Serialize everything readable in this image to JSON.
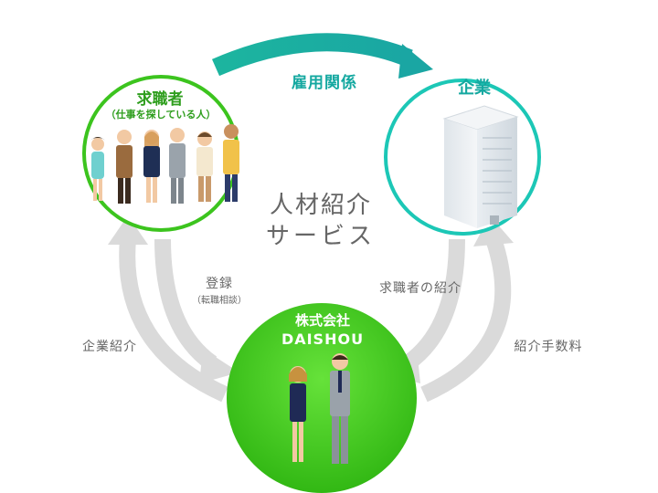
{
  "job_seeker": {
    "title": "求職者",
    "subtitle": "（仕事を探している人）"
  },
  "company": {
    "title": "企業"
  },
  "employment_relation": "雇用関係",
  "service_label_line1": "人材紹介",
  "service_label_line2": "サービス",
  "agency": {
    "line1": "株式会社",
    "line2": "DAISHOU"
  },
  "flows": {
    "registration": "登録",
    "registration_note": "（転職相談）",
    "company_introduction": "企業紹介",
    "seeker_introduction": "求職者の紹介",
    "referral_fee": "紹介手数料"
  },
  "colors": {
    "seeker_ring": "#3cc41e",
    "company_ring": "#1cc7b6",
    "agency_fill": "#3fc41f",
    "teal_arrow": "#19b3a1",
    "gray_arrow": "#dadada",
    "green_text": "#2f9e1e",
    "teal_text": "#14a8a0"
  }
}
